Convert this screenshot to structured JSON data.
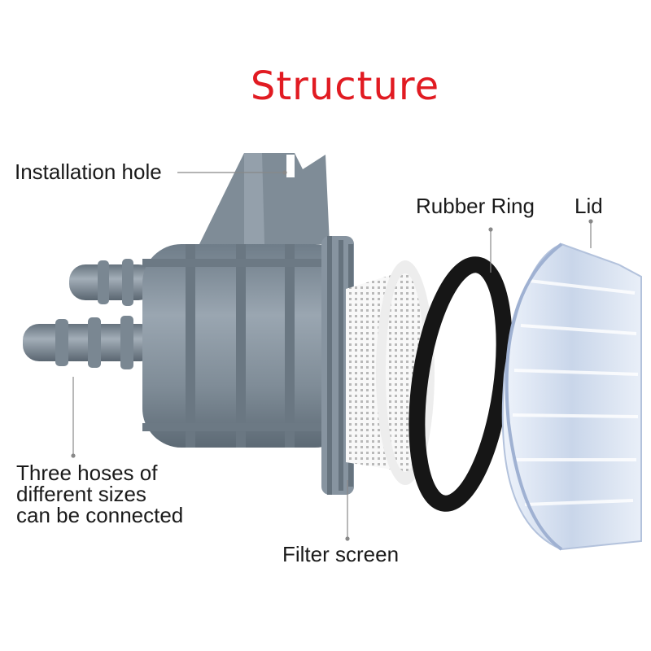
{
  "title": "Structure",
  "labels": {
    "installation_hole": "Installation hole",
    "rubber_ring": "Rubber Ring",
    "lid": "Lid",
    "three_hoses": [
      "Three hoses of",
      "different sizes",
      "can be connected"
    ],
    "filter_screen": "Filter screen"
  },
  "colors": {
    "title": "#e11b22",
    "body": "#7c8a96",
    "body_dark": "#5e6b76",
    "filter": "#f7f7f7",
    "ring": "#161616",
    "lid": "#dde6f4"
  }
}
